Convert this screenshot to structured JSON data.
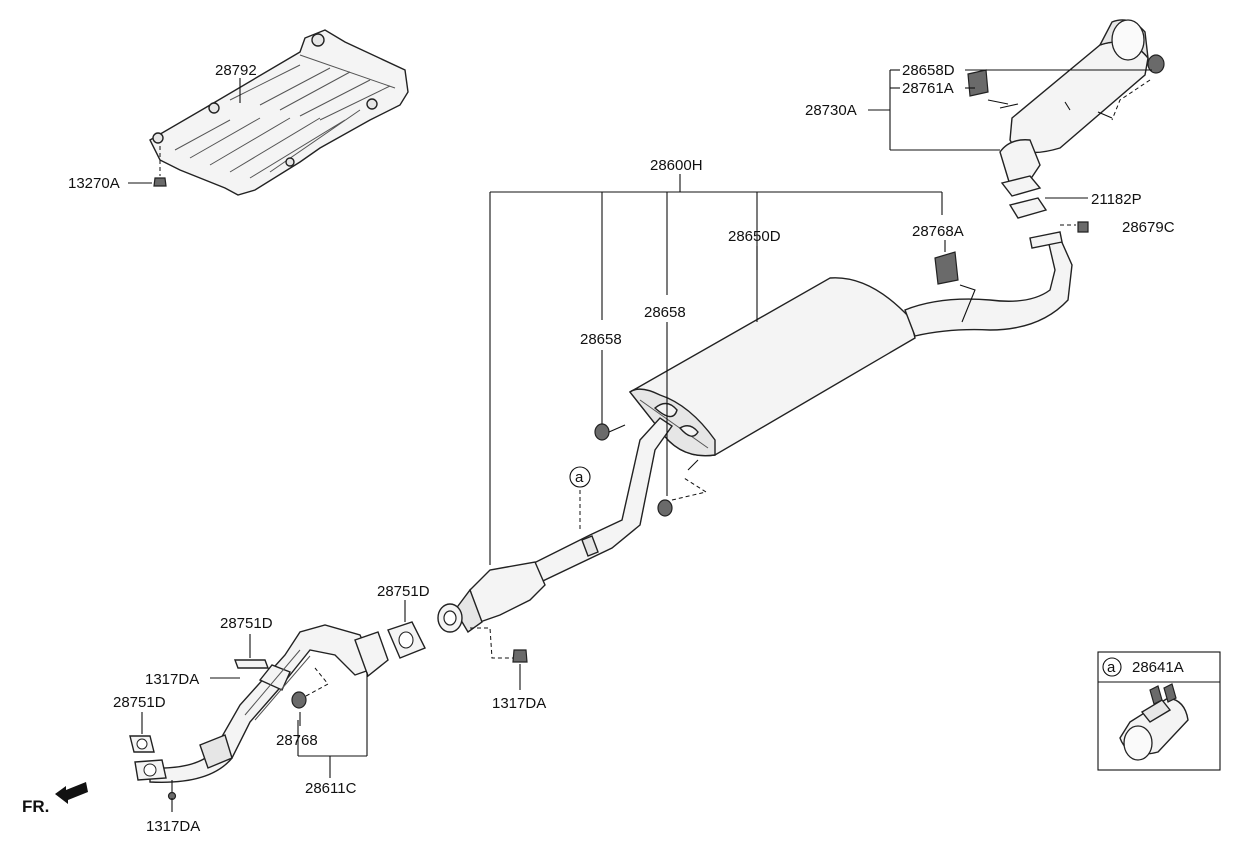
{
  "labels": {
    "l28792": "28792",
    "l13270A": "13270A",
    "l28600H": "28600H",
    "l28650D": "28650D",
    "l28768A": "28768A",
    "l28658_a": "28658",
    "l28658_b": "28658",
    "l28658D": "28658D",
    "l28761A": "28761A",
    "l28730A": "28730A",
    "l21182P": "21182P",
    "l28679C": "28679C",
    "l28751D_a": "28751D",
    "l28751D_b": "28751D",
    "l28751D_c": "28751D",
    "l1317DA_a": "1317DA",
    "l1317DA_b": "1317DA",
    "l1317DA_c": "1317DA",
    "l28768": "28768",
    "l28611C": "28611C",
    "callout_a": "a",
    "inset_letter": "a",
    "inset_part": "28641A",
    "front": "FR."
  }
}
